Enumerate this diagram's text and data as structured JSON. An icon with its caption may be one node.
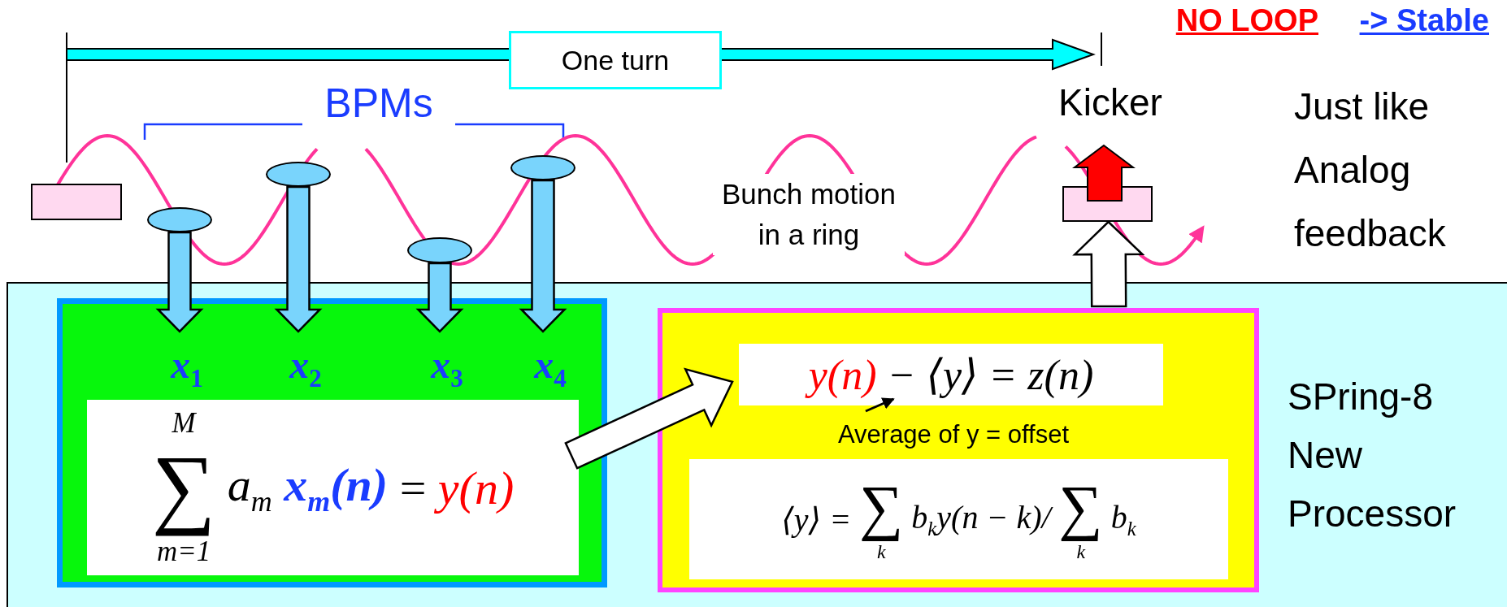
{
  "diagram": {
    "nodes": [
      {
        "text": [
          "One turn"
        ]
      },
      {
        "text": [],
        "shape": "box"
      },
      {
        "text": [],
        "shape": "ellipse"
      },
      {
        "text": [],
        "shape": "ellipse"
      },
      {
        "text": [],
        "shape": "ellipse"
      },
      {
        "text": [],
        "shape": "ellipse"
      },
      {
        "text": [],
        "shape": "box",
        "beside": [
          "Kicker"
        ]
      },
      {
        "text": [
          "SPring-8 New Processor"
        ]
      },
      {
        "text": [],
        "shape": "box",
        "in": 7
      },
      {
        "text": [
          "x$_{1}$"
        ],
        "in": 8
      },
      {
        "text": [
          "x$_{2}$"
        ],
        "in": 8
      },
      {
        "text": [
          "x$_{3}$"
        ],
        "in": 8
      },
      {
        "text": [
          "x$_{4}$"
        ],
        "in": 8
      },
      {
        "text": [
          "M",
          "∑",
          "m=1",
          "a$_{m}$",
          "x$_{m}$(n)",
          "=",
          "y(n)"
        ],
        "in": 8
      },
      {
        "text": [],
        "shape": "box",
        "in": 7
      },
      {
        "text": [
          "y(n)",
          "− ⟨y⟩ = z(n)"
        ],
        "in": 14
      },
      {
        "text": [
          "Average of y = offset"
        ],
        "in": 14
      },
      {
        "text": [
          "⟨y⟩ =",
          "∑",
          "k",
          "b$_{k}$y(n − k)/",
          "∑",
          "k",
          "b$_{k}$"
        ],
        "in": 14
      }
    ],
    "edges": [
      {
        "from": 2,
        "to": 9,
        "arrow": "to",
        "style": "thick"
      },
      {
        "from": 3,
        "to": 10,
        "arrow": "to",
        "style": "thick"
      },
      {
        "from": 4,
        "to": 11,
        "arrow": "to",
        "style": "thick"
      },
      {
        "from": 5,
        "to": 12,
        "arrow": "to",
        "style": "thick"
      },
      {
        "from": 13,
        "to": 15,
        "arrow": "to",
        "style": "thick",
        "color": "#ffffff"
      },
      {
        "from": 14,
        "to": 6,
        "arrow": "to",
        "style": "thick",
        "color": "#ffffff"
      },
      {
        "from": 16,
        "to": 15,
        "arrow": "to"
      }
    ],
    "labels": [
      "NO LOOP",
      "-> Stable",
      "BPMs",
      "Just like Analog feedback",
      "Bunch motion in a ring"
    ]
  }
}
